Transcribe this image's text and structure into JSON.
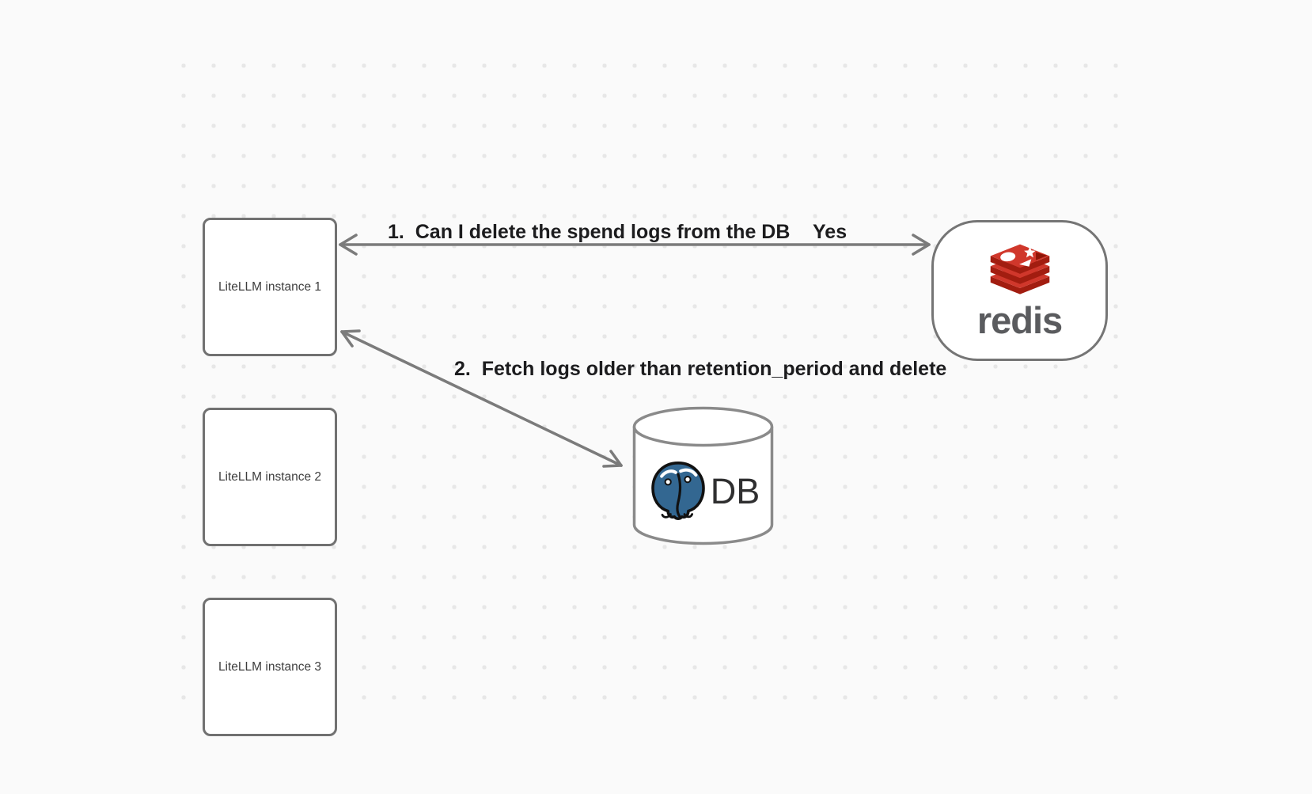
{
  "canvas": {
    "background_color": "#fafafa",
    "dot_color": "#e7e7e7"
  },
  "nodes": {
    "instance1": {
      "label": "LiteLLM instance 1"
    },
    "instance2": {
      "label": "LiteLLM instance 2"
    },
    "instance3": {
      "label": "LiteLLM instance 3"
    },
    "redis": {
      "label": "redis",
      "brand_red": "#d0372b",
      "brand_dark_red": "#a21d10",
      "wordmark_color": "#5a5b5e"
    },
    "db": {
      "label": "DB",
      "postgres_blue": "#336791"
    }
  },
  "edges": {
    "edge1": {
      "label": "1.  Can I delete the spend logs from the DB",
      "response": "Yes"
    },
    "edge2": {
      "label": "2.  Fetch logs older than retention_period and delete"
    }
  }
}
